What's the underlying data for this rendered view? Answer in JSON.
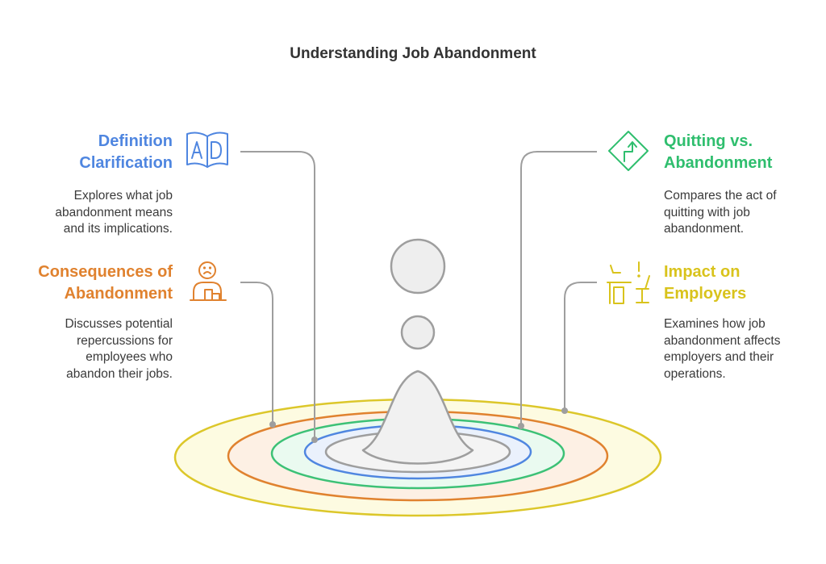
{
  "title": "Understanding Job Abandonment",
  "colors": {
    "blue": "#4f86e0",
    "green": "#2fbe6e",
    "orange": "#e0822f",
    "yellow": "#d9c31c",
    "gray": "#9e9e9e"
  },
  "sections": {
    "definition": {
      "heading_line1": "Definition",
      "heading_line2": "Clarification",
      "desc_line1": "Explores what job",
      "desc_line2": "abandonment means",
      "desc_line3": "and its implications.",
      "icon": "book-ad-icon"
    },
    "consequences": {
      "heading_line1": "Consequences of",
      "heading_line2": "Abandonment",
      "desc_line1": "Discusses potential",
      "desc_line2": "repercussions for",
      "desc_line3": "employees who",
      "desc_line4": "abandon their jobs.",
      "icon": "sad-person-desk-icon"
    },
    "quitting": {
      "heading_line1": "Quitting vs.",
      "heading_line2": "Abandonment",
      "desc_line1": "Compares the act of",
      "desc_line2": "quitting with job",
      "desc_line3": "abandonment.",
      "icon": "road-sign-turn-icon"
    },
    "impact": {
      "heading_line1": "Impact on",
      "heading_line2": "Employers",
      "desc_line1": "Examines how job",
      "desc_line2": "abandonment affects",
      "desc_line3": "employers and their",
      "desc_line4": "operations.",
      "icon": "empty-desk-icon"
    }
  }
}
